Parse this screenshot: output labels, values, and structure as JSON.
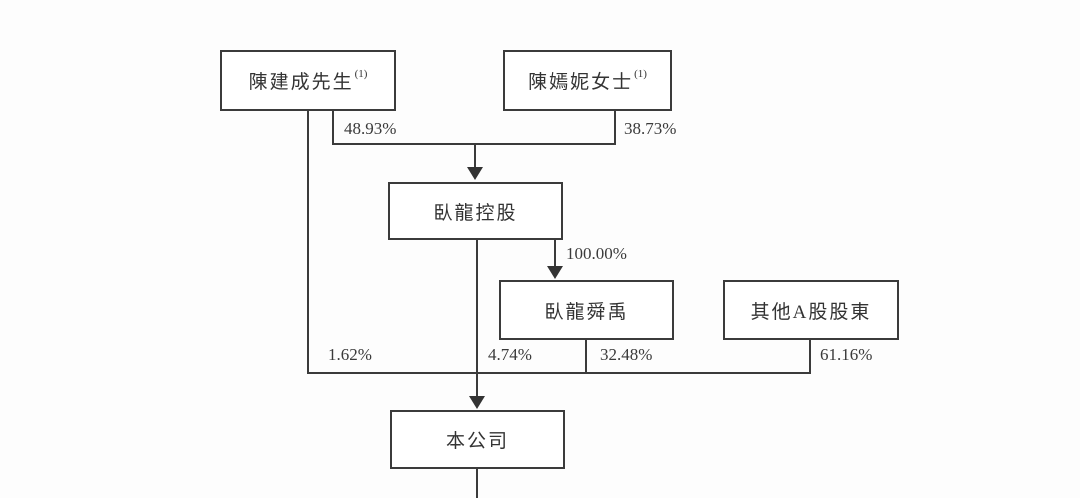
{
  "diagram": {
    "type": "shareholding-structure",
    "nodes": {
      "chen_jiancheng": {
        "label": "陳建成先生",
        "note_ref": "(1)"
      },
      "chen_yanni": {
        "label": "陳嫣妮女士",
        "note_ref": "(1)"
      },
      "wolong_holdings": {
        "label": "臥龍控股"
      },
      "wolong_shunyu": {
        "label": "臥龍舜禹"
      },
      "other_a_shareholders": {
        "label": "其他A股股東"
      },
      "the_company": {
        "label": "本公司"
      }
    },
    "ownership_percentages": {
      "chen_jiancheng_to_wolong_holdings": "48.93%",
      "chen_yanni_to_wolong_holdings": "38.73%",
      "wolong_holdings_to_wolong_shunyu": "100.00%",
      "chen_jiancheng_to_company": "1.62%",
      "wolong_holdings_to_company": "4.74%",
      "wolong_shunyu_to_company": "32.48%",
      "other_a_shareholders_to_company": "61.16%"
    },
    "edges": [
      {
        "from": "chen_jiancheng",
        "to": "wolong_holdings",
        "value": "48.93%"
      },
      {
        "from": "chen_yanni",
        "to": "wolong_holdings",
        "value": "38.73%"
      },
      {
        "from": "wolong_holdings",
        "to": "wolong_shunyu",
        "value": "100.00%"
      },
      {
        "from": "chen_jiancheng",
        "to": "the_company",
        "value": "1.62%"
      },
      {
        "from": "wolong_holdings",
        "to": "the_company",
        "value": "4.74%"
      },
      {
        "from": "wolong_shunyu",
        "to": "the_company",
        "value": "32.48%"
      },
      {
        "from": "other_a_shareholders",
        "to": "the_company",
        "value": "61.16%"
      }
    ],
    "colors": {
      "line": "#3b3b3b",
      "arrowhead": "#333333",
      "text": "#333333",
      "box_background": "#ffffff",
      "page_background": "#fdfdfd"
    }
  }
}
